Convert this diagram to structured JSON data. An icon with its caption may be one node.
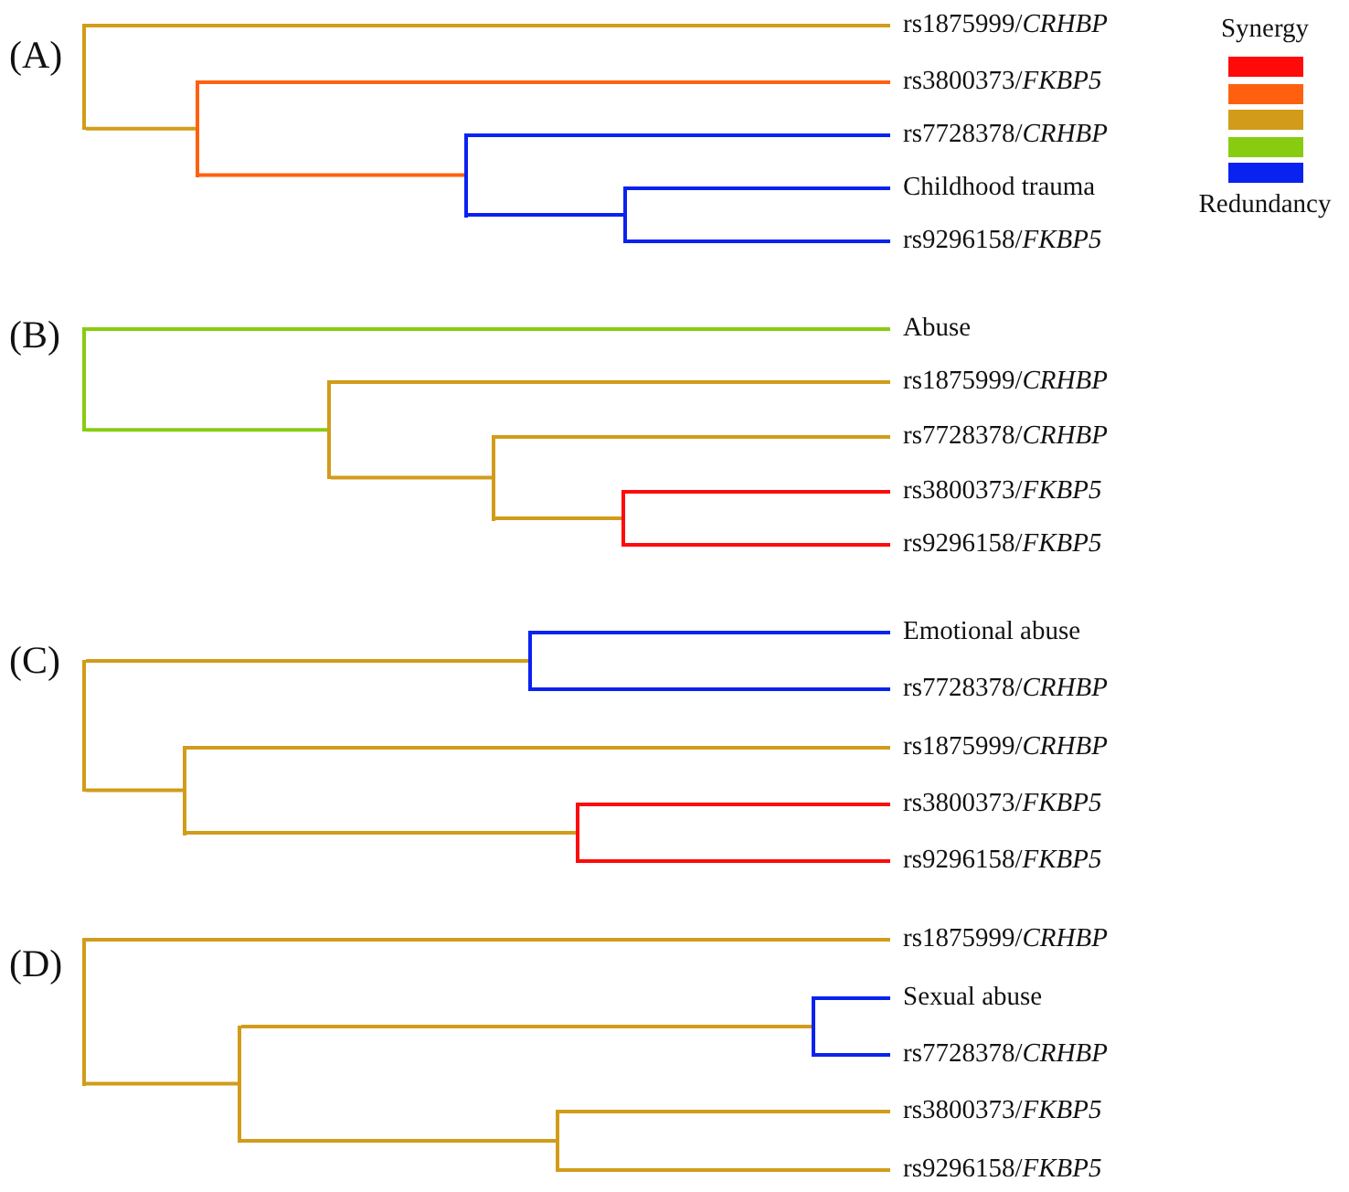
{
  "diagram": {
    "nodes": [
      {
        "text": [
          "rs1875999/*CRHBP*"
        ]
      },
      {
        "text": [
          "rs3800373/*FKBP5*"
        ]
      },
      {
        "text": [
          "rs7728378/*CRHBP*"
        ]
      },
      {
        "text": [
          "Childhood trauma"
        ]
      },
      {
        "text": [
          "rs9296158/*FKBP5*"
        ]
      },
      {
        "text": [],
        "shape": "bar"
      },
      {
        "text": [],
        "shape": "bar"
      },
      {
        "text": [],
        "shape": "bar"
      },
      {
        "text": [],
        "shape": "bar"
      },
      {
        "text": [
          "Abuse"
        ]
      },
      {
        "text": [
          "rs1875999/*CRHBP*"
        ]
      },
      {
        "text": [
          "rs7728378/*CRHBP*"
        ]
      },
      {
        "text": [
          "rs3800373/*FKBP5*"
        ]
      },
      {
        "text": [
          "rs9296158/*FKBP5*"
        ]
      },
      {
        "text": [],
        "shape": "bar"
      },
      {
        "text": [],
        "shape": "bar"
      },
      {
        "text": [],
        "shape": "bar"
      },
      {
        "text": [],
        "shape": "bar"
      },
      {
        "text": [
          "Emotional abuse"
        ]
      },
      {
        "text": [
          "rs7728378/*CRHBP*"
        ]
      },
      {
        "text": [
          "rs1875999/*CRHBP*"
        ]
      },
      {
        "text": [
          "rs3800373/*FKBP5*"
        ]
      },
      {
        "text": [
          "rs9296158/*FKBP5*"
        ]
      },
      {
        "text": [],
        "shape": "bar"
      },
      {
        "text": [],
        "shape": "bar"
      },
      {
        "text": [],
        "shape": "bar"
      },
      {
        "text": [],
        "shape": "bar"
      },
      {
        "text": [
          "rs1875999/*CRHBP*"
        ]
      },
      {
        "text": [
          "Sexual abuse"
        ]
      },
      {
        "text": [
          "rs7728378/*CRHBP*"
        ]
      },
      {
        "text": [
          "rs3800373/*FKBP5*"
        ]
      },
      {
        "text": [
          "rs9296158/*FKBP5*"
        ]
      },
      {
        "text": [],
        "shape": "bar"
      },
      {
        "text": [],
        "shape": "bar"
      },
      {
        "text": [],
        "shape": "bar"
      },
      {
        "text": [],
        "shape": "bar"
      }
    ],
    "edges": [
      {
        "from": 5,
        "to": 0,
        "arrow": "none"
      },
      {
        "from": 5,
        "to": 6,
        "arrow": "none"
      },
      {
        "from": 6,
        "to": 1,
        "arrow": "none",
        "color": "#ff6010"
      },
      {
        "from": 6,
        "to": 7,
        "arrow": "none",
        "color": "#ff6010"
      },
      {
        "from": 7,
        "to": 2,
        "arrow": "none",
        "color": "#0a22f0"
      },
      {
        "from": 7,
        "to": 8,
        "arrow": "none",
        "color": "#0a22f0"
      },
      {
        "from": 8,
        "to": 3,
        "arrow": "none",
        "color": "#0a22f0"
      },
      {
        "from": 8,
        "to": 4,
        "arrow": "none",
        "color": "#0a22f0"
      },
      {
        "from": 14,
        "to": 9,
        "arrow": "none",
        "color": "#88cc11"
      },
      {
        "from": 14,
        "to": 15,
        "arrow": "none",
        "color": "#88cc11"
      },
      {
        "from": 15,
        "to": 10,
        "arrow": "none"
      },
      {
        "from": 15,
        "to": 16,
        "arrow": "none"
      },
      {
        "from": 16,
        "to": 11,
        "arrow": "none"
      },
      {
        "from": 16,
        "to": 17,
        "arrow": "none"
      },
      {
        "from": 17,
        "to": 12,
        "arrow": "none",
        "color": "#ff0a0a"
      },
      {
        "from": 17,
        "to": 13,
        "arrow": "none",
        "color": "#ff0a0a"
      },
      {
        "from": 23,
        "to": 24,
        "arrow": "none"
      },
      {
        "from": 23,
        "to": 25,
        "arrow": "none"
      },
      {
        "from": 24,
        "to": 18,
        "arrow": "none",
        "color": "#0a22f0"
      },
      {
        "from": 24,
        "to": 19,
        "arrow": "none",
        "color": "#0a22f0"
      },
      {
        "from": 25,
        "to": 20,
        "arrow": "none"
      },
      {
        "from": 25,
        "to": 26,
        "arrow": "none"
      },
      {
        "from": 26,
        "to": 21,
        "arrow": "none",
        "color": "#ff0a0a"
      },
      {
        "from": 26,
        "to": 22,
        "arrow": "none",
        "color": "#ff0a0a"
      },
      {
        "from": 32,
        "to": 27,
        "arrow": "none"
      },
      {
        "from": 32,
        "to": 33,
        "arrow": "none"
      },
      {
        "from": 33,
        "to": 34,
        "arrow": "none"
      },
      {
        "from": 33,
        "to": 35,
        "arrow": "none"
      },
      {
        "from": 34,
        "to": 28,
        "arrow": "none",
        "color": "#0a22f0"
      },
      {
        "from": 34,
        "to": 29,
        "arrow": "none",
        "color": "#0a22f0"
      },
      {
        "from": 35,
        "to": 30,
        "arrow": "none"
      },
      {
        "from": 35,
        "to": 31,
        "arrow": "none"
      }
    ],
    "labels": [
      "(A)",
      "(B)",
      "(C)",
      "(D)"
    ],
    "legend": [
      {
        "text": "Synergy",
        "color": "#ff0a0a"
      },
      {
        "text": "Redundancy",
        "color": "#0a22f0"
      }
    ]
  }
}
